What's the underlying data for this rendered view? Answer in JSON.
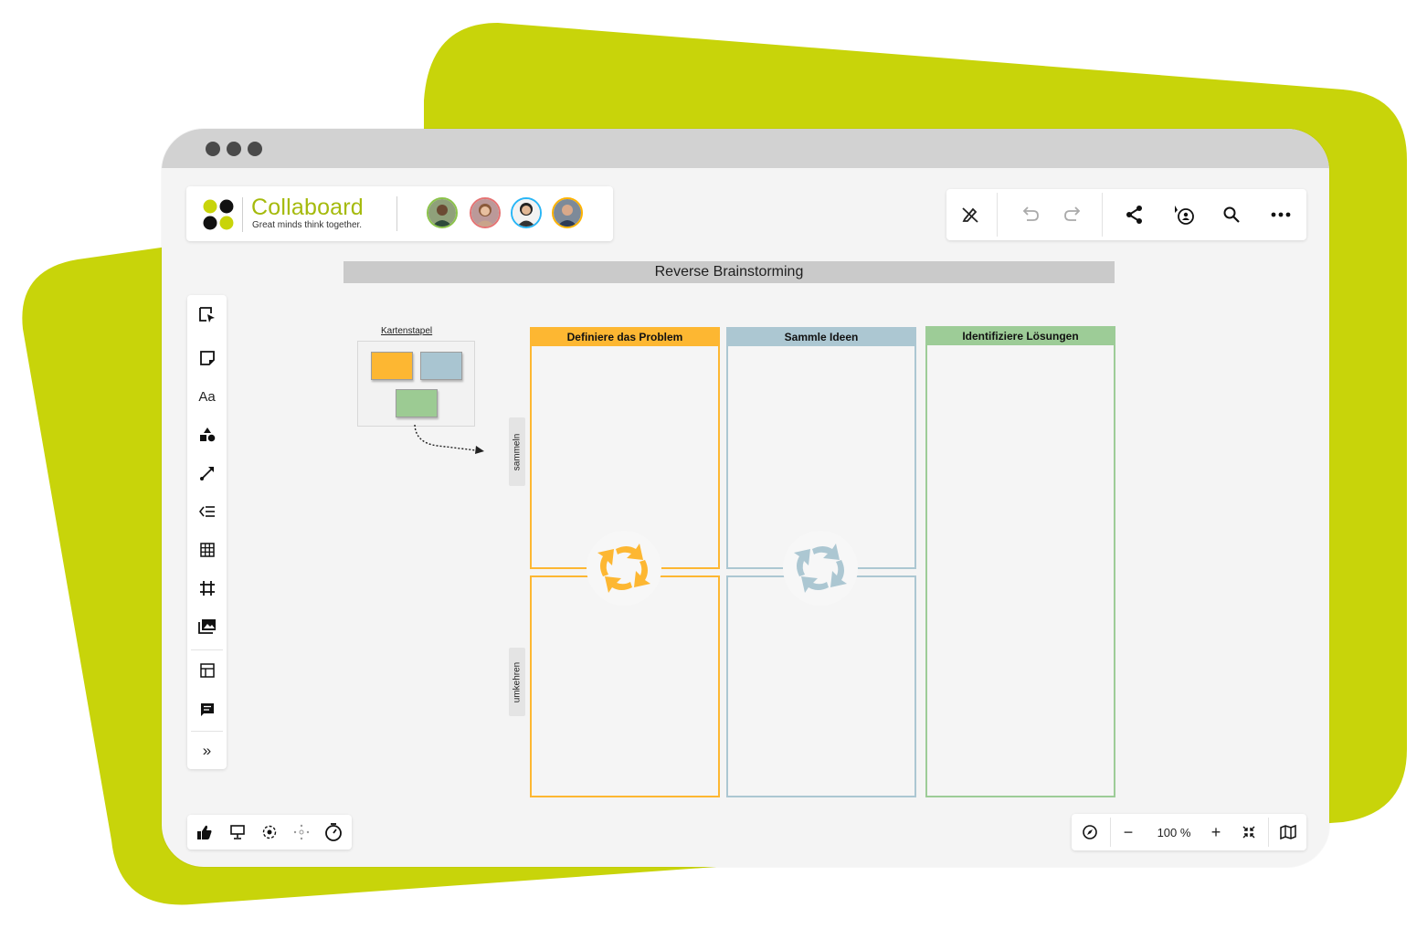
{
  "brand": {
    "name": "Collaboard",
    "tagline": "Great minds think together.",
    "accent_color": "#c8d40a",
    "logo_text_color": "#a5ba0c"
  },
  "window": {
    "traffic_lights": [
      "dot",
      "dot",
      "dot"
    ]
  },
  "collaborators": [
    {
      "name": "user-1",
      "ring_color": "#8bc34a"
    },
    {
      "name": "user-2",
      "ring_color": "#e57373"
    },
    {
      "name": "user-3",
      "ring_color": "#29b6f6"
    },
    {
      "name": "user-4",
      "ring_color": "#ffb300"
    }
  ],
  "top_toolbar": {
    "items": [
      "pen-off-icon",
      "undo-icon",
      "redo-icon",
      "share-icon",
      "follow-user-icon",
      "search-icon",
      "more-icon"
    ]
  },
  "left_toolbar": {
    "items": [
      "select-icon",
      "sticky-note-icon",
      "text-icon",
      "shapes-icon",
      "connector-icon",
      "list-icon",
      "table-icon",
      "frame-icon",
      "media-icon",
      "template-icon",
      "comment-icon",
      "expand-icon"
    ],
    "text_label": "Aa",
    "expand_label": "»"
  },
  "board": {
    "title": "Reverse Brainstorming",
    "card_stack": {
      "label": "Kartenstapel",
      "cards": [
        {
          "color": "#fdb732"
        },
        {
          "color": "#a9c5d1"
        },
        {
          "color": "#9ccb93"
        }
      ]
    },
    "columns": [
      {
        "header": "Definiere das Problem",
        "color": "#fdb732"
      },
      {
        "header": "Sammle Ideen",
        "color": "#acc7d2"
      },
      {
        "header": "Identifiziere Lösungen",
        "color": "#9dcc97"
      }
    ],
    "row_labels": [
      "sammeln",
      "umkehren"
    ]
  },
  "bottom_left_toolbar": {
    "items": [
      "thumbs-up-icon",
      "presentation-icon",
      "focus-icon",
      "spread-icon",
      "timer-icon"
    ]
  },
  "bottom_right_toolbar": {
    "zoom_label": "100 %",
    "items": [
      "compass-icon",
      "zoom-out-icon",
      "zoom-in-icon",
      "fit-screen-icon",
      "map-icon"
    ],
    "minus": "−",
    "plus": "+"
  }
}
